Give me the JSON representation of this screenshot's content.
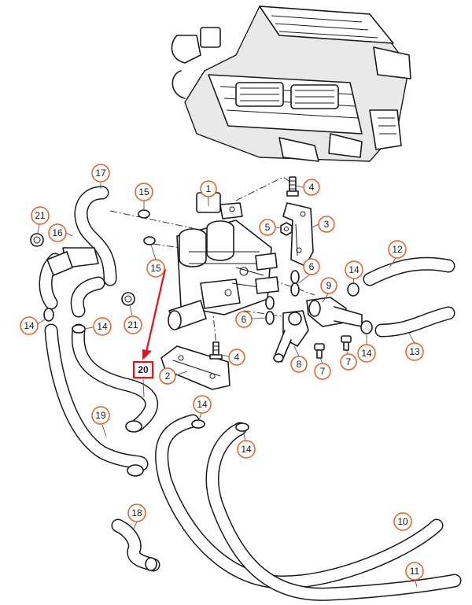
{
  "colors": {
    "callout_ring": "#e0602a",
    "highlight": "#e8101a",
    "line": "#1a1a1a"
  },
  "highlighted_part": "20",
  "callouts": [
    {
      "id": "c1",
      "label": "1"
    },
    {
      "id": "c2",
      "label": "2"
    },
    {
      "id": "c3",
      "label": "3"
    },
    {
      "id": "c4a",
      "label": "4"
    },
    {
      "id": "c4b",
      "label": "4"
    },
    {
      "id": "c5",
      "label": "5"
    },
    {
      "id": "c6a",
      "label": "6"
    },
    {
      "id": "c6b",
      "label": "6"
    },
    {
      "id": "c7a",
      "label": "7"
    },
    {
      "id": "c7b",
      "label": "7"
    },
    {
      "id": "c8",
      "label": "8"
    },
    {
      "id": "c9",
      "label": "9"
    },
    {
      "id": "c10",
      "label": "10"
    },
    {
      "id": "c11",
      "label": "11"
    },
    {
      "id": "c12",
      "label": "12"
    },
    {
      "id": "c13",
      "label": "13"
    },
    {
      "id": "c14a",
      "label": "14"
    },
    {
      "id": "c14b",
      "label": "14"
    },
    {
      "id": "c14c",
      "label": "14"
    },
    {
      "id": "c14d",
      "label": "14"
    },
    {
      "id": "c14e",
      "label": "14"
    },
    {
      "id": "c14f",
      "label": "14"
    },
    {
      "id": "c15a",
      "label": "15"
    },
    {
      "id": "c15b",
      "label": "15"
    },
    {
      "id": "c16",
      "label": "16"
    },
    {
      "id": "c17",
      "label": "17"
    },
    {
      "id": "c18",
      "label": "18"
    },
    {
      "id": "c19",
      "label": "19"
    },
    {
      "id": "c21a",
      "label": "21"
    },
    {
      "id": "c21b",
      "label": "21"
    }
  ]
}
